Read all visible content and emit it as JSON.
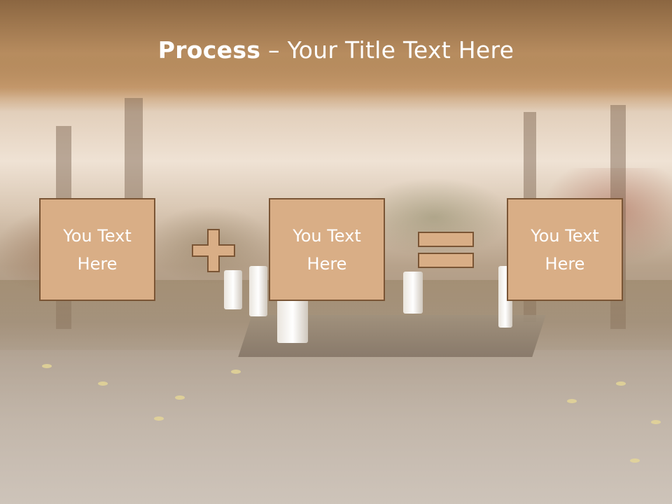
{
  "slide": {
    "title_bold": "Process",
    "title_rest": " – Your Title Text Here",
    "boxes": [
      {
        "line1": "You Text",
        "line2": "Here"
      },
      {
        "line1": "You Text",
        "line2": "Here"
      },
      {
        "line1": "You Text",
        "line2": "Here"
      }
    ]
  },
  "operators": [
    "plus-icon",
    "equals-icon"
  ],
  "colors": {
    "title_bar": "#a87c51",
    "box_fill": "#d9ae86",
    "box_border": "#7a5535",
    "text": "#ffffff"
  }
}
